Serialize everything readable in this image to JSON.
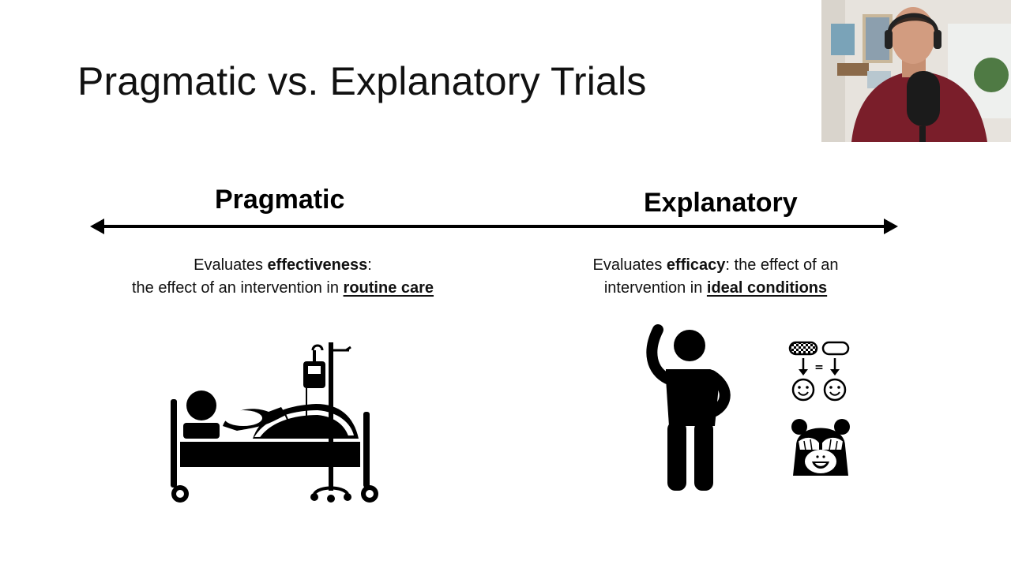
{
  "slide": {
    "title": "Pragmatic vs. Explanatory Trials"
  },
  "spectrum": {
    "left_label": "Pragmatic",
    "right_label": "Explanatory"
  },
  "pragmatic": {
    "line1_prefix": "Evaluates ",
    "line1_bold": "effectiveness",
    "line1_suffix": ":",
    "line2_prefix": "the effect of an intervention in ",
    "line2_emphasis": "routine care"
  },
  "explanatory": {
    "line1_prefix": "Evaluates ",
    "line1_bold": "efficacy",
    "line1_suffix": ": the effect of an",
    "line2_prefix": "intervention in ",
    "line2_emphasis": "ideal conditions"
  },
  "icons": {
    "left": "hospital-bed-iv-icon",
    "right": [
      "standing-person-icon",
      "pill-comparison-icon",
      "see-no-evil-monkey-icon"
    ],
    "equals_glyph": "="
  },
  "colors": {
    "background": "#ffffff",
    "text": "#000000"
  }
}
